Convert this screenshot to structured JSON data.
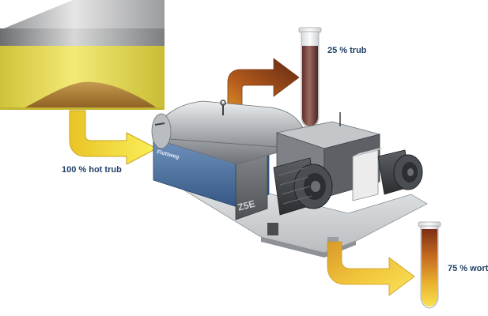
{
  "labels": {
    "hot_trub": "100 % hot trub",
    "trub": "25 % trub",
    "wort": "75 % wort"
  },
  "machine": {
    "brand": "Flottweg",
    "model": "Z5E"
  },
  "colors": {
    "tank_liquid": "#e6db4f",
    "sediment": "#a8762e",
    "arrow_yellow": "#f6e23a",
    "arrow_brown": "#6a2e14",
    "frame_blue": "#4a6f9c",
    "label_text": "#1f3f66"
  }
}
